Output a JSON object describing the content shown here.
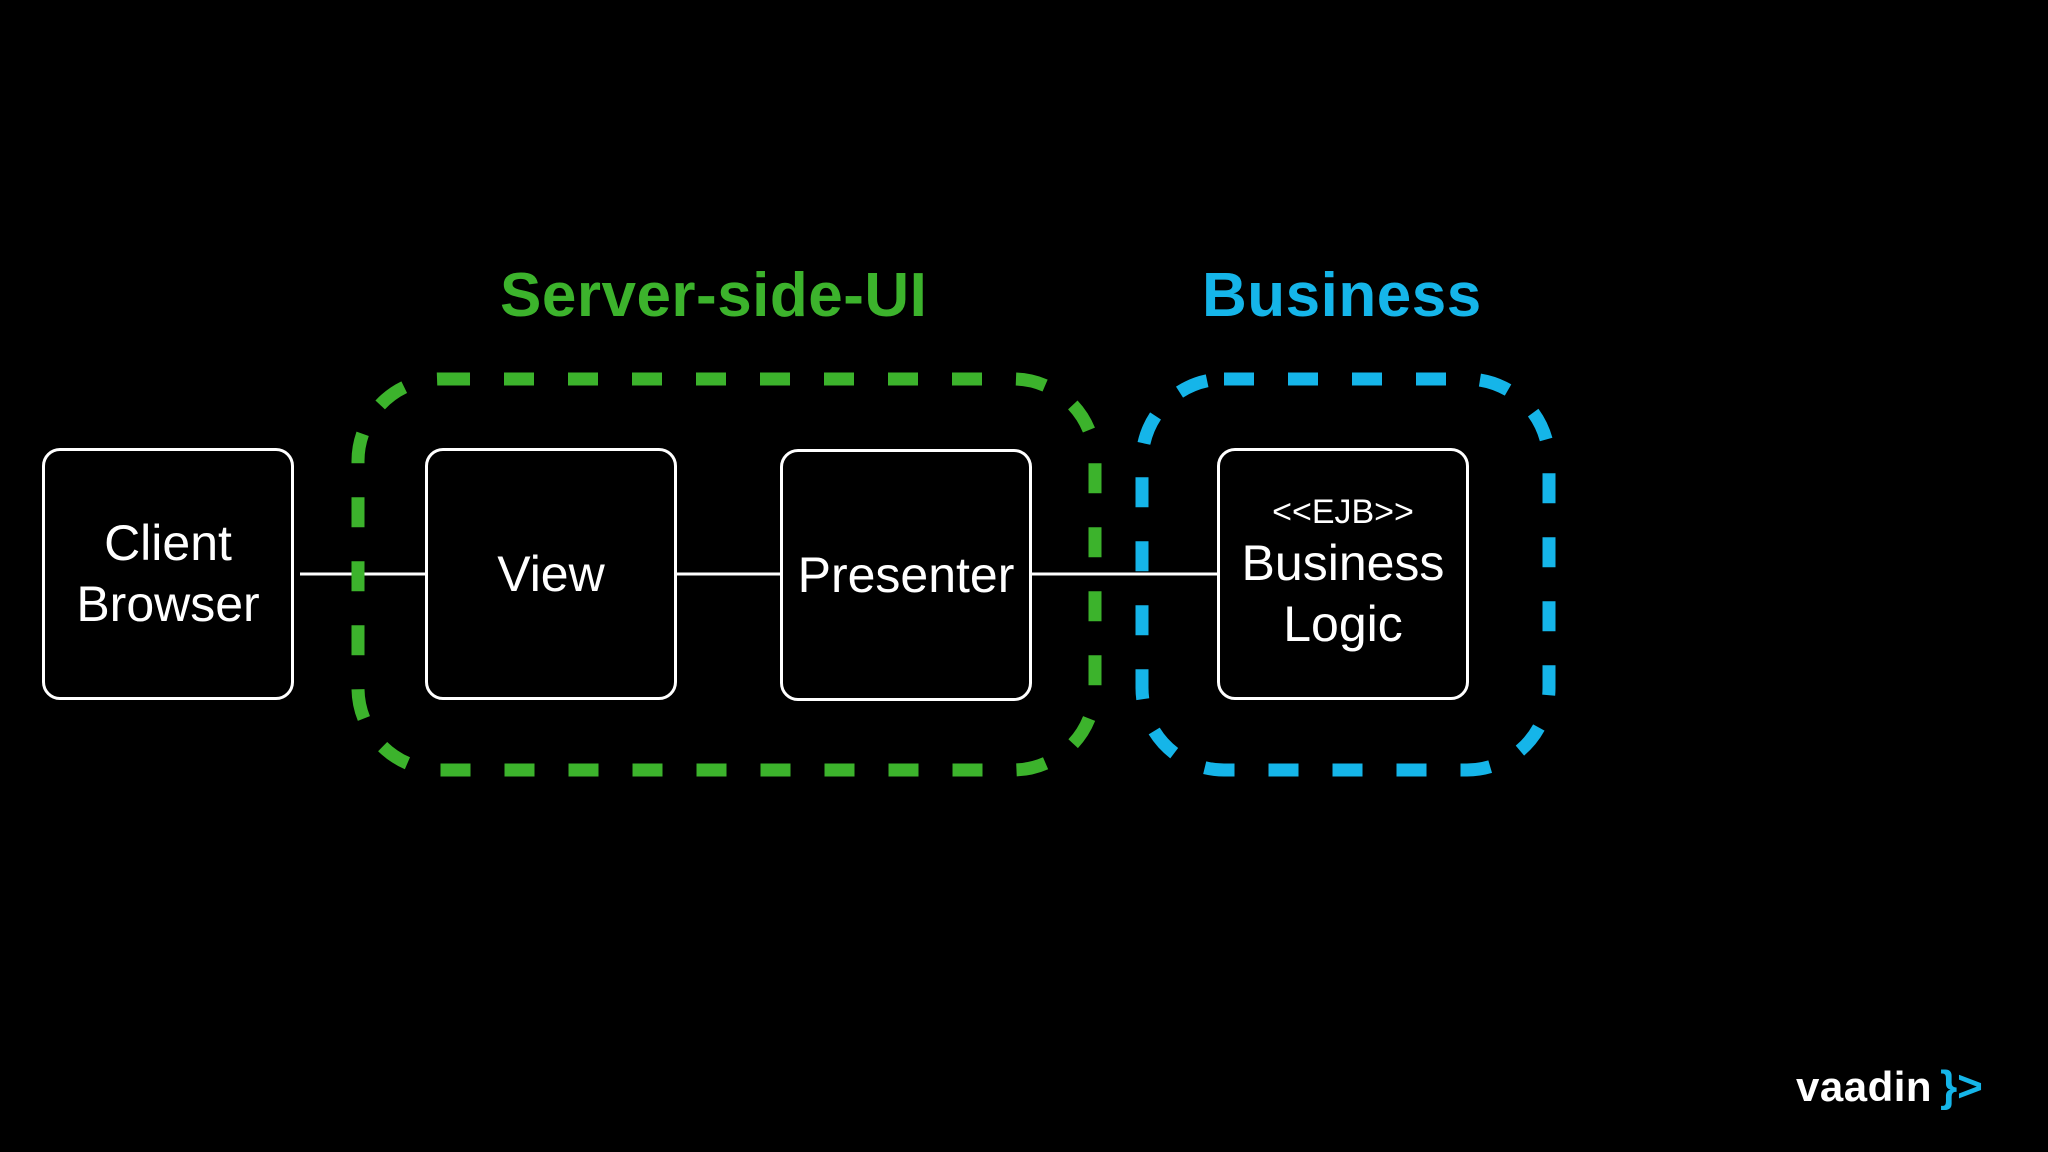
{
  "groups": {
    "server_ui": {
      "title": "Server-side-UI",
      "color": "#3cb32c"
    },
    "business": {
      "title": "Business",
      "color": "#15b5e9"
    }
  },
  "nodes": {
    "client": {
      "line1": "Client",
      "line2": "Browser"
    },
    "view": {
      "label": "View"
    },
    "presenter": {
      "label": "Presenter"
    },
    "business": {
      "stereotype": "<<EJB>>",
      "line1": "Business",
      "line2": "Logic"
    }
  },
  "logo": {
    "word": "vaadin",
    "mark": "}>"
  },
  "colors": {
    "background": "#000000",
    "node_border": "#ffffff",
    "connector": "#ffffff"
  }
}
